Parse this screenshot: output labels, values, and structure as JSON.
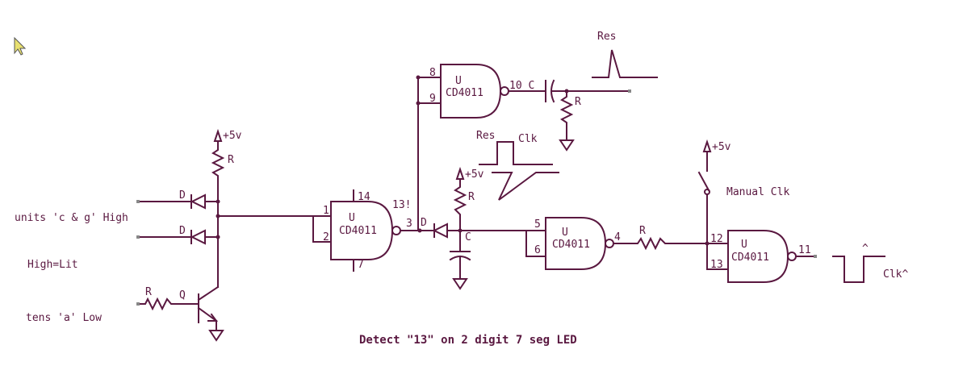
{
  "diagram": {
    "caption": "Detect \"13\" on 2 digit 7 seg LED",
    "labels": {
      "units_label": "units 'c & g' High",
      "high_lit": "High=Lit",
      "tens_label": "tens 'a' Low",
      "vcc": "+5v",
      "res": "Res",
      "clk": "Clk",
      "manual_clk": "Manual Clk",
      "clk_out": "Clk^",
      "caret": "^",
      "thirteen": "13!",
      "r": "R",
      "d": "D",
      "q": "Q",
      "c": "C",
      "ten_c": "10 C"
    },
    "gates": [
      {
        "u": "U",
        "part": "CD4011",
        "pins": [
          "14",
          "1",
          "2",
          "3",
          "7"
        ]
      },
      {
        "u": "U",
        "part": "CD4011",
        "pins": [
          "8",
          "9",
          "10"
        ]
      },
      {
        "u": "U",
        "part": "CD4011",
        "pins": [
          "5",
          "6",
          "4"
        ]
      },
      {
        "u": "U",
        "part": "CD4011",
        "pins": [
          "12",
          "13",
          "11"
        ]
      }
    ]
  }
}
